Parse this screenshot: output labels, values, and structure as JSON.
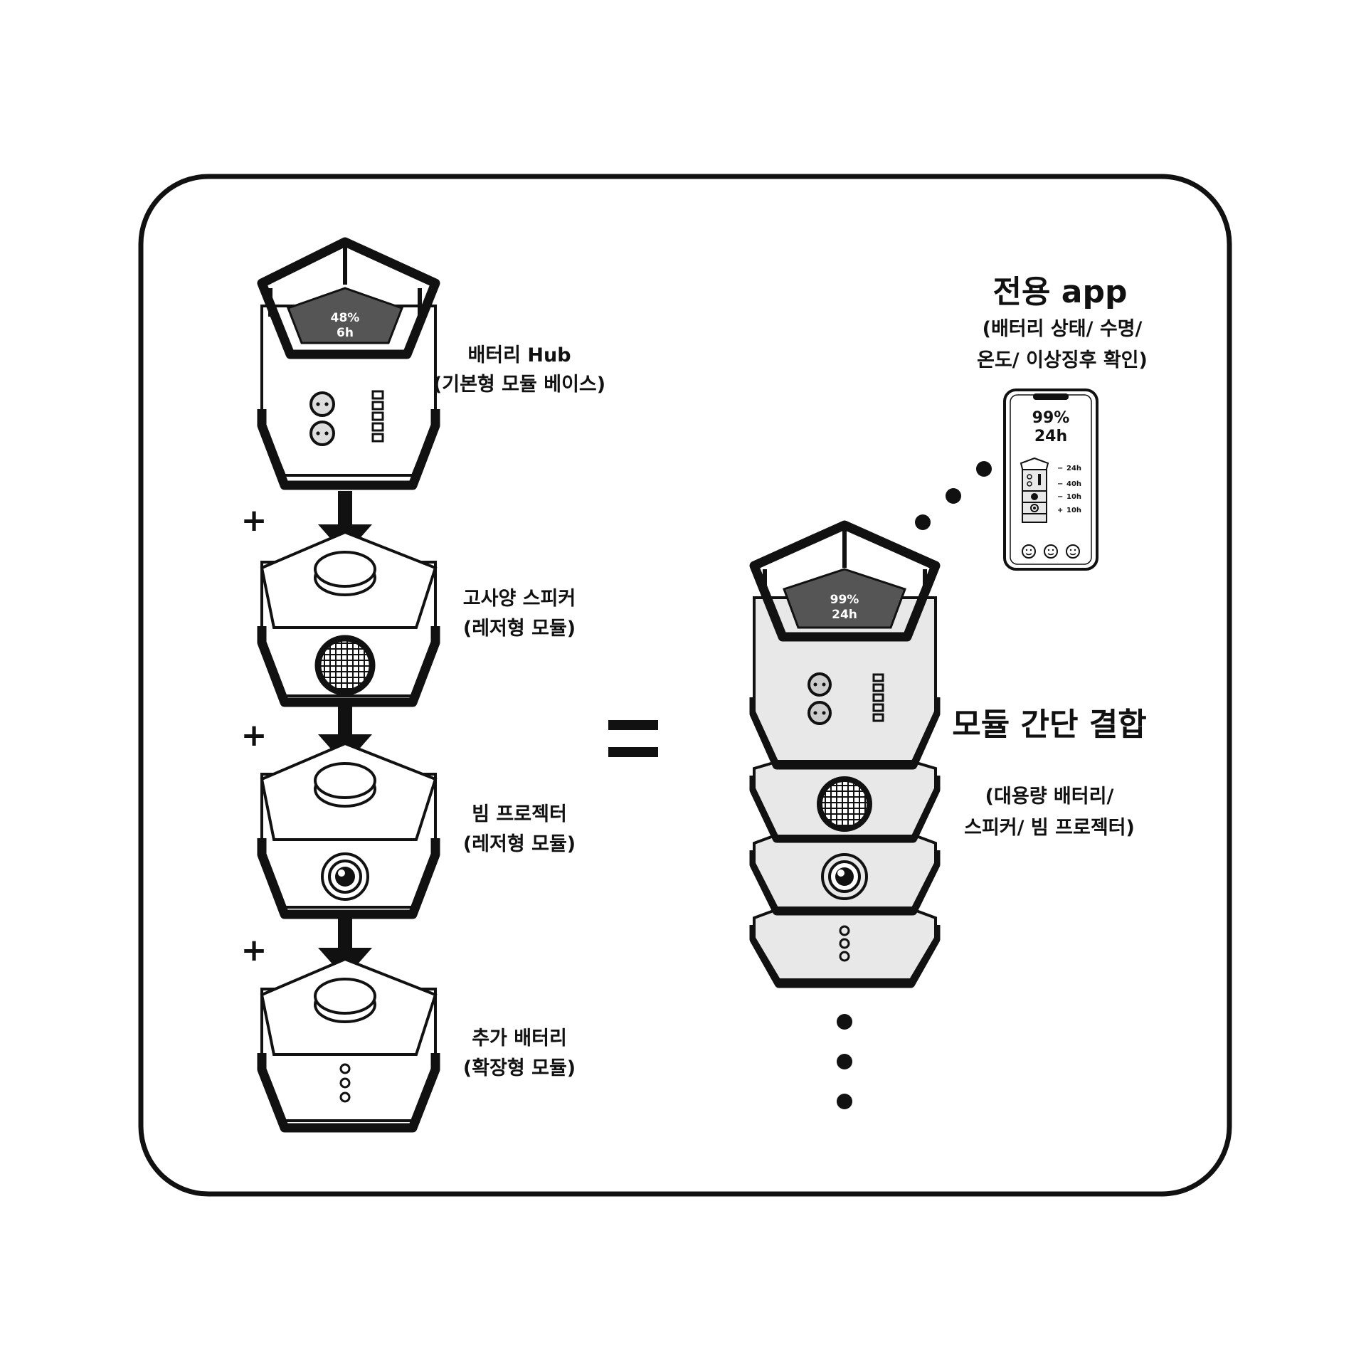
{
  "title": "전용 app",
  "app_description": [
    "(배터리 상태/ 수명/",
    "온도/ 이상징후 확인)"
  ],
  "modules": [
    {
      "name": "배터리 Hub",
      "desc": "(기본형 모듈 베이스)"
    },
    {
      "name": "고사양 스피커",
      "desc": "(레저형 모듈)"
    },
    {
      "name": "빔 프로젝터",
      "desc": "(레저형 모듈)"
    },
    {
      "name": "추가 배터리",
      "desc": "(확장형 모듈)"
    }
  ],
  "hub_display": {
    "percent": "48%",
    "time": "6h"
  },
  "combined_display": {
    "percent": "99%",
    "time": "24h"
  },
  "combined": {
    "title": "모듈 간단 결합",
    "desc": [
      "(대용량 배터리/",
      "스피커/ 빔 프로젝터)"
    ]
  },
  "phone": {
    "percent": "99%",
    "time": "24h",
    "rows": [
      {
        "sign": "−",
        "value": "24h"
      },
      {
        "sign": "−",
        "value": "40h"
      },
      {
        "sign": "−",
        "value": "10h"
      },
      {
        "sign": "+",
        "value": "10h"
      }
    ]
  },
  "symbols": {
    "plus": "+",
    "equals": "="
  },
  "colors": {
    "outline": "#111111",
    "fill": "#ffffff",
    "device_fill": "#e8e8e8",
    "display_fill": "#555555"
  }
}
